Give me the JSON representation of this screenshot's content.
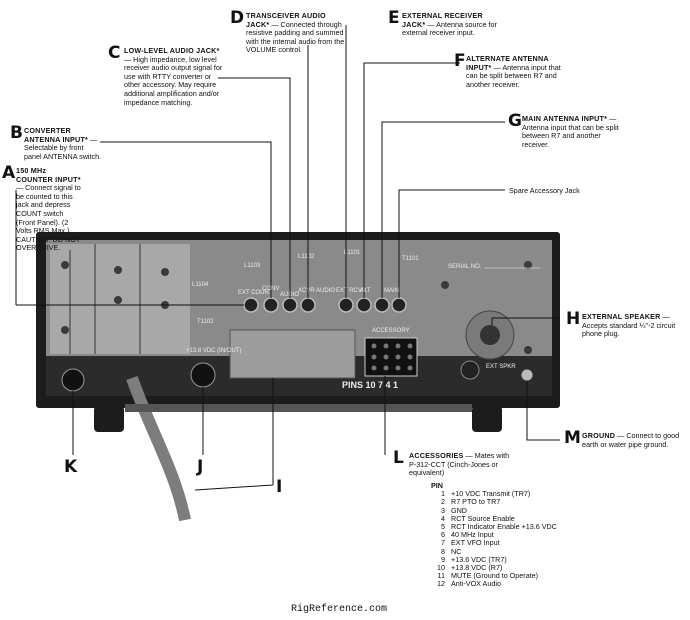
{
  "callouts": {
    "A": {
      "letter": "A",
      "title": "150 MHz COUNTER INPUT*",
      "body": "— Connect signal to be counted to this jack and depress COUNT switch (Front Panel). (2 Volts RMS Max.) CAUTION: DO NOT OVERDRIVE."
    },
    "B": {
      "letter": "B",
      "title": "CONVERTER ANTENNA INPUT*",
      "body": "— Selectable by front panel ANTENNA switch."
    },
    "C": {
      "letter": "C",
      "title": "LOW-LEVEL AUDIO JACK*",
      "body": "— High impedance, low level receiver audio output signal for use with RTTY converter or other accessory. May require additional amplification and/or impedance matching."
    },
    "D": {
      "letter": "D",
      "title": "TRANSCEIVER AUDIO JACK*",
      "body": "— Connected through resistive padding and summed with the internal audio from the VOLUME control."
    },
    "E": {
      "letter": "E",
      "title": "EXTERNAL RECEIVER JACK*",
      "body": "— Antenna source for external receiver input."
    },
    "F": {
      "letter": "F",
      "title": "ALTERNATE ANTENNA INPUT*",
      "body": "— Antenna input that can be split between R7 and another receiver."
    },
    "G": {
      "letter": "G",
      "title": "MAIN ANTENNA INPUT*",
      "body": "— Antenna input that can be split between R7 and another receiver."
    },
    "spare": {
      "title": "Spare Accessory Jack"
    },
    "H": {
      "letter": "H",
      "title": "EXTERNAL SPEAKER",
      "body": "— Accepts standard ¼\"-2 circuit phone plug."
    },
    "M": {
      "letter": "M",
      "title": "GROUND",
      "body": "— Connect to good earth or water pipe ground."
    },
    "L": {
      "letter": "L",
      "title": "ACCESSORIES",
      "body": "— Mates with P-312-CCT (Cinch-Jones or equivalent)"
    }
  },
  "bottom_letters": {
    "K": "K",
    "J": "J",
    "I": "I"
  },
  "panel_labels": {
    "serial": "SERIAL NO.",
    "l1103": "L1103",
    "l1102": "L1102",
    "l1101": "L1101",
    "t1101": "T1101",
    "l1104": "L1104",
    "t1102": "T1102",
    "ext_count": "EXT COUNT",
    "conv": "CONV",
    "audio": "AUDIO",
    "xcvr_audio": "XCVR AUDIO",
    "ext_rcvr": "EXT RCVR",
    "alt": "ALT",
    "main": "MAIN",
    "accessory": "ACCESSORY",
    "vdc": "+13.8 VDC (IN/OUT)",
    "ext_spkr": "EXT SPKR",
    "pins": "PINS 10  7  4  1"
  },
  "pins": {
    "header": "PIN",
    "rows": [
      {
        "num": "1",
        "desc": "+10 VDC Transmit (TR7)"
      },
      {
        "num": "2",
        "desc": "R7 PTO to TR7"
      },
      {
        "num": "3",
        "desc": "GND"
      },
      {
        "num": "4",
        "desc": "RCT Source Enable"
      },
      {
        "num": "5",
        "desc": "RCT Indicator Enable +13.6 VDC"
      },
      {
        "num": "6",
        "desc": "40 MHz Input"
      },
      {
        "num": "7",
        "desc": "EXT VFO Input"
      },
      {
        "num": "8",
        "desc": "NC"
      },
      {
        "num": "9",
        "desc": "+13.6 VDC (TR7)"
      },
      {
        "num": "10",
        "desc": "+13.8 VDC (R7)"
      },
      {
        "num": "11",
        "desc": "MUTE (Ground to Operate)"
      },
      {
        "num": "12",
        "desc": "Anti-VOX Audio"
      }
    ]
  },
  "footer": "RigReference.com"
}
